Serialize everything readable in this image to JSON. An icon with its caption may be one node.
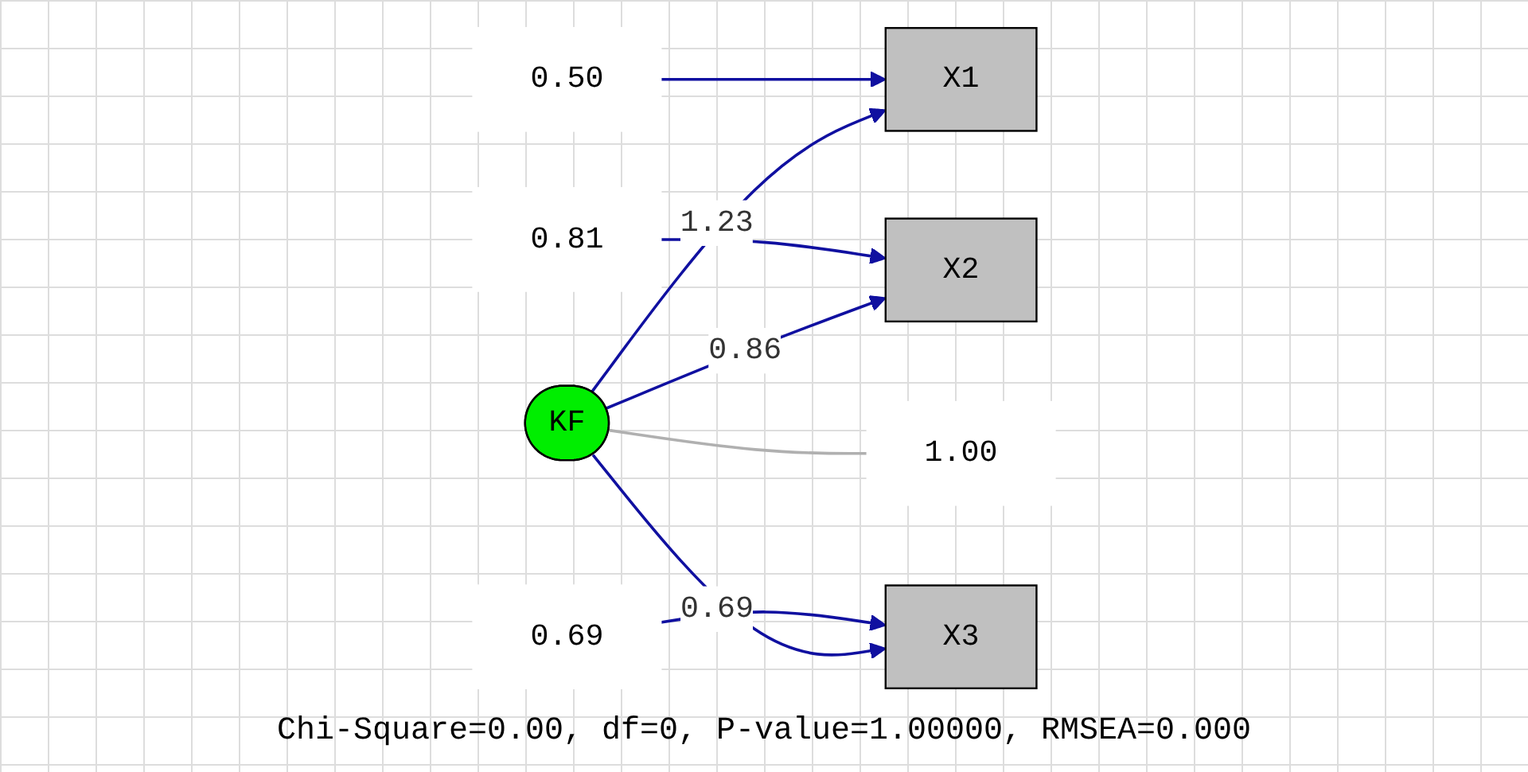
{
  "diagram": {
    "nodes": [
      {
        "text": [
          "X1"
        ]
      },
      {
        "text": [
          "X2"
        ]
      },
      {
        "text": [
          "X3"
        ]
      },
      {
        "text": [
          "KF"
        ]
      },
      {
        "text": [
          "0.50"
        ]
      },
      {
        "text": [
          "0.81"
        ]
      },
      {
        "text": [
          "0.69"
        ]
      },
      {
        "text": [
          "1.00"
        ]
      }
    ],
    "edges": [
      {
        "from": 3,
        "to": 0,
        "arrow": "to",
        "label": "1.23"
      },
      {
        "from": 3,
        "to": 1,
        "arrow": "to",
        "label": "0.86"
      },
      {
        "from": 3,
        "to": 2,
        "arrow": "to",
        "label": "0.69"
      },
      {
        "from": 4,
        "to": 0,
        "arrow": "to"
      },
      {
        "from": 5,
        "to": 1,
        "arrow": "to"
      },
      {
        "from": 6,
        "to": 2,
        "arrow": "to"
      },
      {
        "from": 3,
        "to": 7,
        "arrow": "none",
        "color": "#b0b0b0"
      }
    ],
    "labels": [
      "Chi-Square=0.00, df=0, P-value=1.00000, RMSEA=0.000"
    ]
  }
}
